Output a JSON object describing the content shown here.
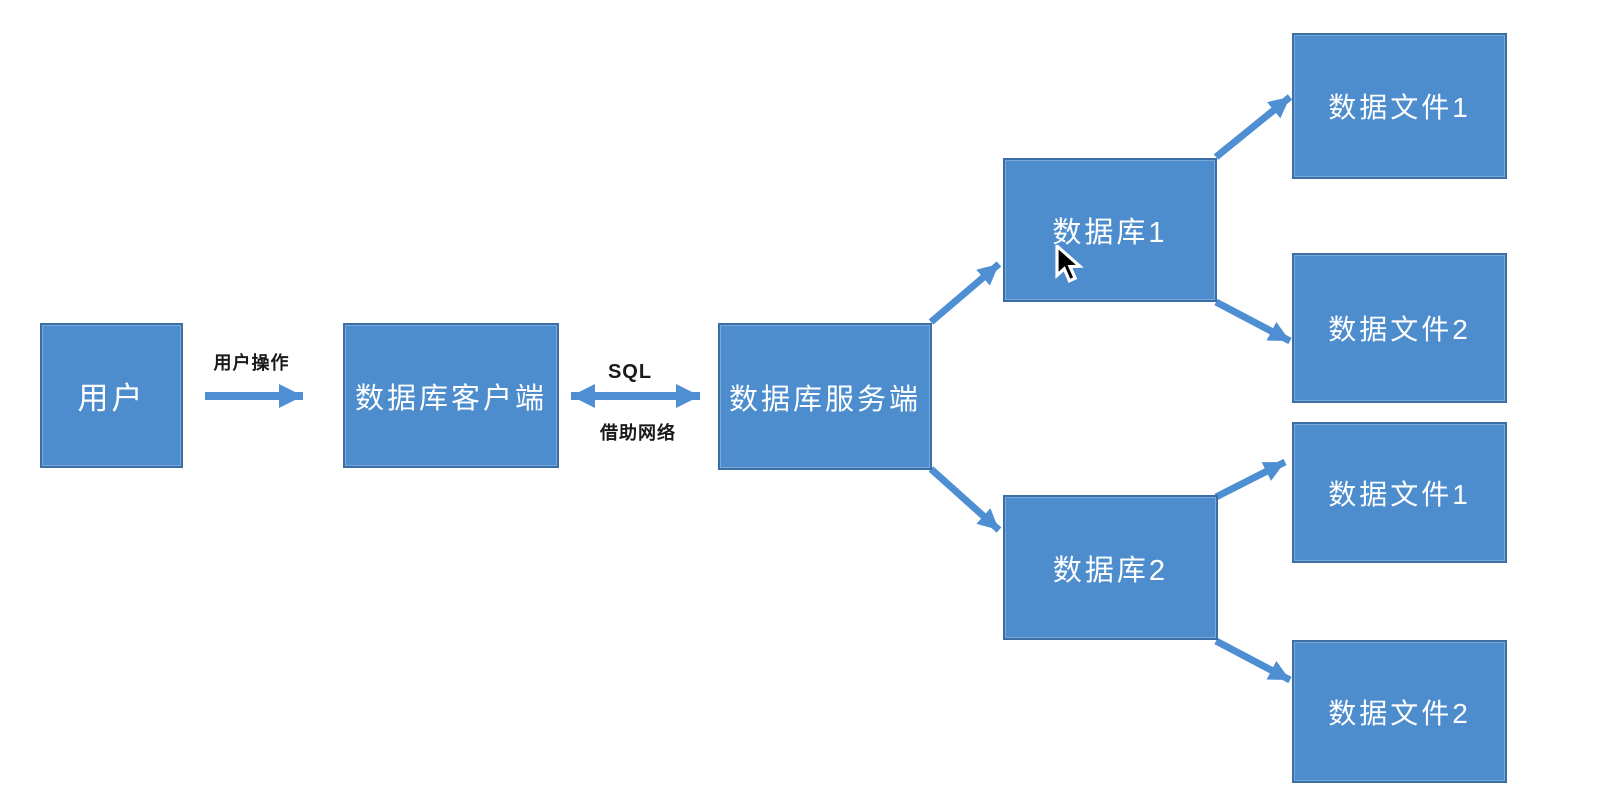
{
  "diagram": {
    "title": "database-client-server-architecture-diagram",
    "colors": {
      "background": "#ffffff",
      "node_fill": "#4d8dce",
      "node_border": "#3a6ea5",
      "arrow_color": "#4e8ed3",
      "edge_label_color": "#1a1a1a",
      "node_text_color": "#ffffff"
    },
    "nodes": [
      {
        "id": "user",
        "label": "用户"
      },
      {
        "id": "client",
        "label": "数据库客户端"
      },
      {
        "id": "server",
        "label": "数据库服务端"
      },
      {
        "id": "db1",
        "label": "数据库1"
      },
      {
        "id": "db2",
        "label": "数据库2"
      },
      {
        "id": "file1a",
        "label": "数据文件1"
      },
      {
        "id": "file2a",
        "label": "数据文件2"
      },
      {
        "id": "file1b",
        "label": "数据文件1"
      },
      {
        "id": "file2b",
        "label": "数据文件2"
      }
    ],
    "edges": [
      {
        "from": "user",
        "to": "client",
        "label": "用户操作",
        "type": "single"
      },
      {
        "from": "client",
        "to": "server",
        "label_top": "SQL",
        "label_bottom": "借助网络",
        "type": "double"
      },
      {
        "from": "server",
        "to": "db1",
        "type": "single"
      },
      {
        "from": "server",
        "to": "db2",
        "type": "single"
      },
      {
        "from": "db1",
        "to": "file1a",
        "type": "single"
      },
      {
        "from": "db1",
        "to": "file2a",
        "type": "single"
      },
      {
        "from": "db2",
        "to": "file1b",
        "type": "single"
      },
      {
        "from": "db2",
        "to": "file2b",
        "type": "single"
      }
    ],
    "edge_labels": {
      "user_action": "用户操作",
      "sql": "SQL",
      "via_network": "借助网络"
    }
  }
}
